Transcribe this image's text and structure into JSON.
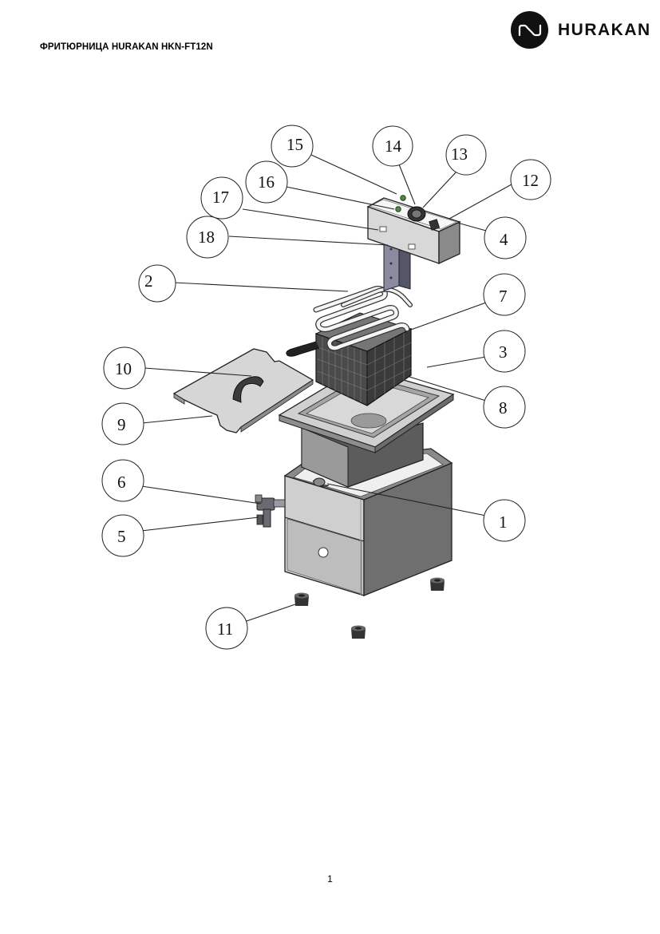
{
  "header": {
    "title": "ФРИТЮРНИЦА HURAKAN HKN-FT12N",
    "brand": "HURAKAN"
  },
  "footer": {
    "page_number": "1"
  },
  "callouts": [
    "15",
    "14",
    "13",
    "12",
    "16",
    "17",
    "18",
    "4",
    "2",
    "7",
    "3",
    "10",
    "8",
    "9",
    "6",
    "1",
    "5",
    "11"
  ]
}
